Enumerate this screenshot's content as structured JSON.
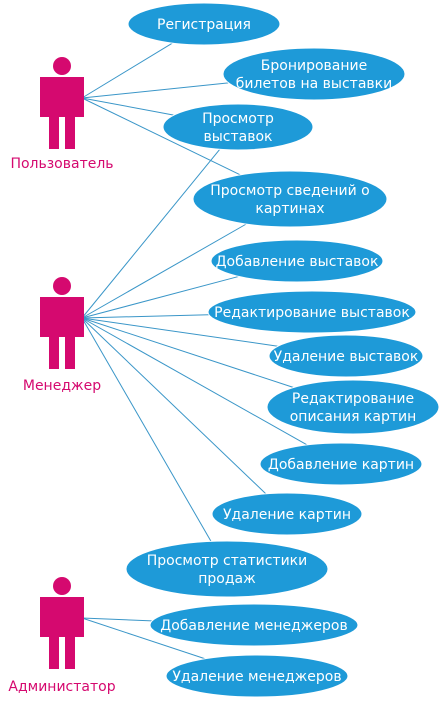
{
  "colors": {
    "actor": "#d5096f",
    "use_case_fill": "#1e9ad8",
    "use_case_text": "#ffffff",
    "association_line": "#3a96c8"
  },
  "actors": [
    {
      "id": "user",
      "label": "Пользователь",
      "icon": "actor-stick-figure-icon"
    },
    {
      "id": "manager",
      "label": "Менеджер",
      "icon": "actor-stick-figure-icon"
    },
    {
      "id": "admin",
      "label": "Администатор",
      "icon": "actor-stick-figure-icon"
    }
  ],
  "use_cases": [
    {
      "id": "registration",
      "lines": [
        "Регистрация"
      ]
    },
    {
      "id": "booking",
      "lines": [
        "Бронирование",
        "билетов на выставки"
      ]
    },
    {
      "id": "view-exhibitions",
      "lines": [
        "Просмотр",
        "выставок"
      ]
    },
    {
      "id": "view-paintings-info",
      "lines": [
        "Просмотр сведений о",
        "картинах"
      ]
    },
    {
      "id": "add-exhibitions",
      "lines": [
        "Добавление выставок"
      ]
    },
    {
      "id": "edit-exhibitions",
      "lines": [
        "Редактирование выставок"
      ]
    },
    {
      "id": "delete-exhibitions",
      "lines": [
        "Удаление выставок"
      ]
    },
    {
      "id": "edit-paintings-desc",
      "lines": [
        "Редактирование",
        "описания картин"
      ]
    },
    {
      "id": "add-paintings",
      "lines": [
        "Добавление картин"
      ]
    },
    {
      "id": "delete-paintings",
      "lines": [
        "Удаление картин"
      ]
    },
    {
      "id": "view-sales-stats",
      "lines": [
        "Просмотр статистики",
        "продаж"
      ]
    },
    {
      "id": "add-managers",
      "lines": [
        "Добавление менеджеров"
      ]
    },
    {
      "id": "delete-managers",
      "lines": [
        "Удаление менеджеров"
      ]
    }
  ],
  "associations": [
    [
      "user",
      "registration"
    ],
    [
      "user",
      "booking"
    ],
    [
      "user",
      "view-exhibitions"
    ],
    [
      "user",
      "view-paintings-info"
    ],
    [
      "manager",
      "view-exhibitions"
    ],
    [
      "manager",
      "view-paintings-info"
    ],
    [
      "manager",
      "add-exhibitions"
    ],
    [
      "manager",
      "edit-exhibitions"
    ],
    [
      "manager",
      "delete-exhibitions"
    ],
    [
      "manager",
      "edit-paintings-desc"
    ],
    [
      "manager",
      "add-paintings"
    ],
    [
      "manager",
      "delete-paintings"
    ],
    [
      "manager",
      "view-sales-stats"
    ],
    [
      "admin",
      "add-managers"
    ],
    [
      "admin",
      "delete-managers"
    ]
  ]
}
